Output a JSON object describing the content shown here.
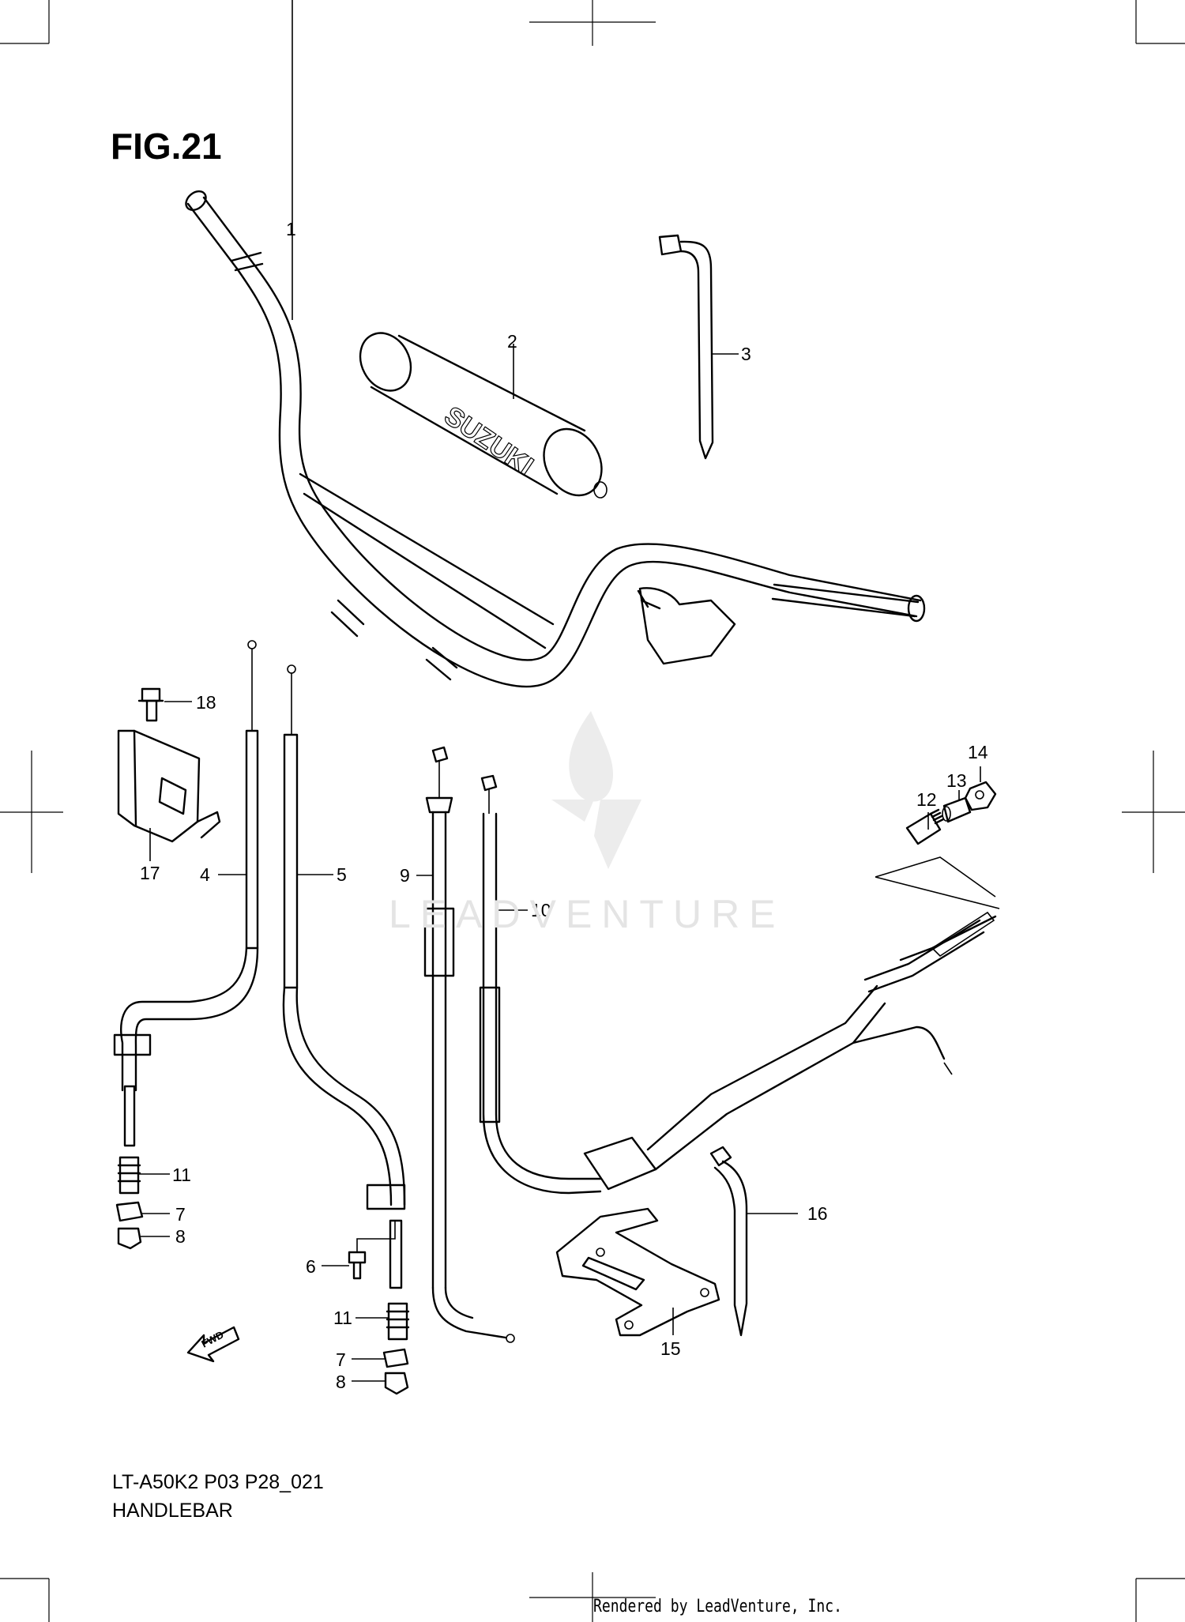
{
  "figure": {
    "title": "FIG.21",
    "model_code": "LT-A50K2 P03 P28_021",
    "section_name": "HANDLEBAR",
    "watermark_text": "LEADVENTURE",
    "footer": "Rendered by LeadVenture, Inc.",
    "grip_logo_text": "SUZUKI",
    "fwd_label": "FWD"
  },
  "callouts": [
    {
      "label": "1"
    },
    {
      "label": "2"
    },
    {
      "label": "3"
    },
    {
      "label": "18"
    },
    {
      "label": "17"
    },
    {
      "label": "4"
    },
    {
      "label": "5"
    },
    {
      "label": "9"
    },
    {
      "label": "10"
    },
    {
      "label": "14"
    },
    {
      "label": "13"
    },
    {
      "label": "12"
    },
    {
      "label": "11"
    },
    {
      "label": "7"
    },
    {
      "label": "8"
    },
    {
      "label": "6"
    },
    {
      "label": "11"
    },
    {
      "label": "7"
    },
    {
      "label": "8"
    },
    {
      "label": "16"
    },
    {
      "label": "15"
    }
  ],
  "colors": {
    "line": "#000000",
    "watermark": "#e4e4e4",
    "background": "#ffffff"
  }
}
